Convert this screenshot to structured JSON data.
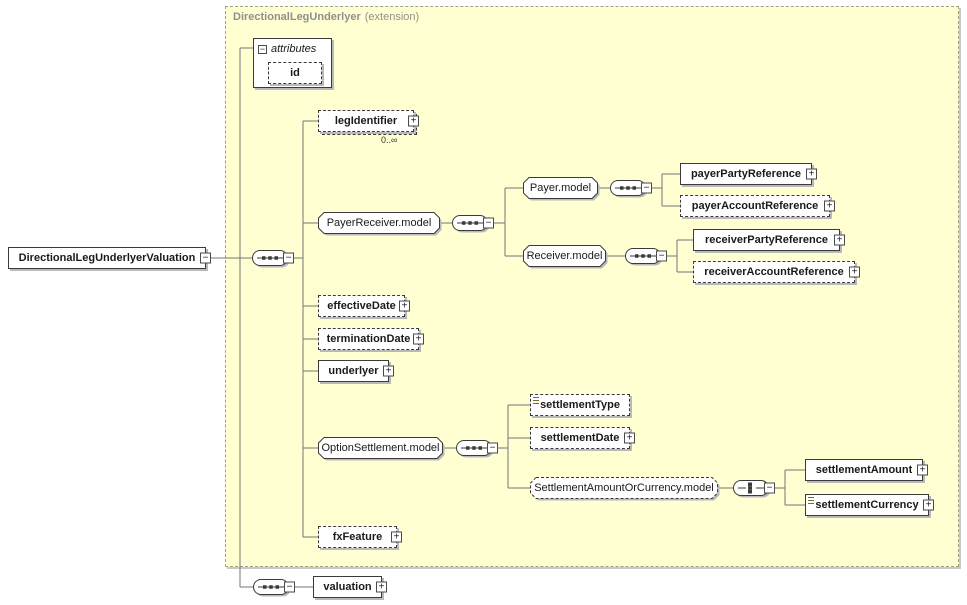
{
  "colors": {
    "extension_fill": "#ffffd2",
    "extension_border": "#a0a089",
    "box_border": "#3a3a3a",
    "box_shadow": "#b9b9b9",
    "connector": "#757575",
    "title_text": "#8f8f8f"
  },
  "icons": {
    "expand": "+",
    "collapse": "−"
  },
  "extension": {
    "name": "DirectionalLegUnderlyer",
    "qualifier": "(extension)"
  },
  "root": {
    "label": "DirectionalLegUnderlyerValuation"
  },
  "attributes_box": {
    "header": "attributes",
    "attributes": [
      {
        "label": "id"
      }
    ]
  },
  "nodes": {
    "legIdentifier": {
      "label": "legIdentifier",
      "occurs": "0..∞"
    },
    "payerReceiverModel": {
      "label": "PayerReceiver.model"
    },
    "payerModel": {
      "label": "Payer.model"
    },
    "payerPartyReference": {
      "label": "payerPartyReference"
    },
    "payerAccountReference": {
      "label": "payerAccountReference"
    },
    "receiverModel": {
      "label": "Receiver.model"
    },
    "receiverPartyReference": {
      "label": "receiverPartyReference"
    },
    "receiverAccountReference": {
      "label": "receiverAccountReference"
    },
    "effectiveDate": {
      "label": "effectiveDate"
    },
    "terminationDate": {
      "label": "terminationDate"
    },
    "underlyer": {
      "label": "underlyer"
    },
    "optionSettlementModel": {
      "label": "OptionSettlement.model"
    },
    "settlementType": {
      "label": "settlementType"
    },
    "settlementDate": {
      "label": "settlementDate"
    },
    "settlementAmountOrCurrencyModel": {
      "label": "SettlementAmountOrCurrency.model"
    },
    "settlementAmount": {
      "label": "settlementAmount"
    },
    "settlementCurrency": {
      "label": "settlementCurrency"
    },
    "fxFeature": {
      "label": "fxFeature"
    },
    "valuation": {
      "label": "valuation"
    }
  }
}
